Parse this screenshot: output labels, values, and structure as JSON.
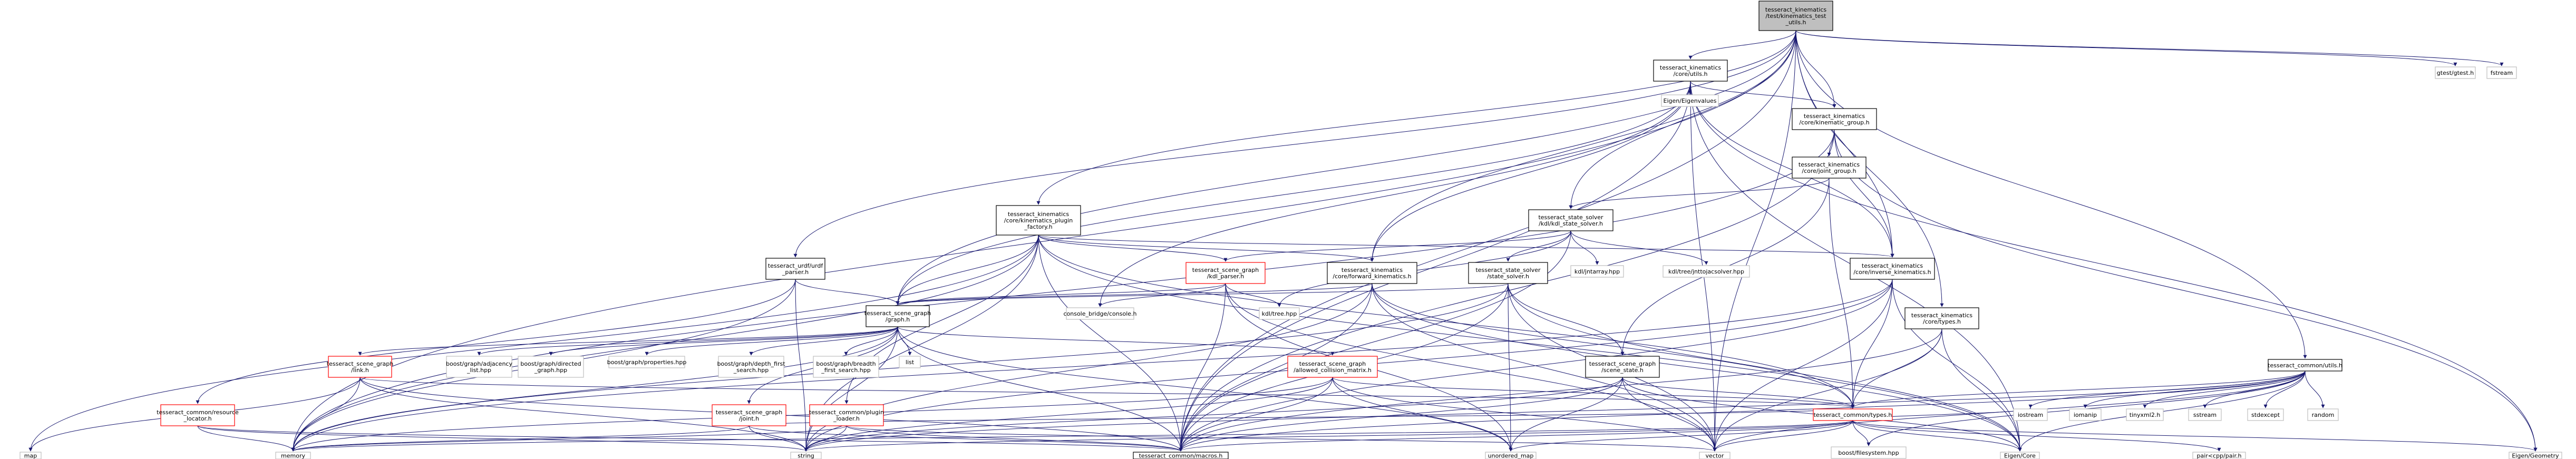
{
  "colors": {
    "edge": "#191970",
    "node_border": "#000000",
    "node_fill": "#ffffff",
    "root_fill": "#bfbfbf",
    "external_border": "#bfbfbf",
    "truncated_border": "#ff0000",
    "text": "#000000"
  },
  "nodes": {
    "root": [
      "tesseract_kinematics",
      "/test/kinematics_test",
      "_utils.h"
    ],
    "utils": [
      "tesseract_kinematics",
      "/core/utils.h"
    ],
    "gtest": [
      "gtest/gtest.h"
    ],
    "fstream": [
      "fstream"
    ],
    "eigenvalues": [
      "Eigen/Eigenvalues"
    ],
    "kgroup": [
      "tesseract_kinematics",
      "/core/kinematic_group.h"
    ],
    "jgroup": [
      "tesseract_kinematics",
      "/core/joint_group.h"
    ],
    "plugin_factory": [
      "tesseract_kinematics",
      "/core/kinematics_plugin",
      "_factory.h"
    ],
    "kdl_solver": [
      "tesseract_state_solver",
      "/kdl/kdl_state_solver.h"
    ],
    "urdf": [
      "tesseract_urdf/urdf",
      "_parser.h"
    ],
    "kdl_parser": [
      "tesseract_scene_graph",
      "/kdl_parser.h"
    ],
    "fwd_kin": [
      "tesseract_kinematics",
      "/core/forward_kinematics.h"
    ],
    "state_solver": [
      "tesseract_state_solver",
      "/state_solver.h"
    ],
    "kdl_jntarray": [
      "kdl/jntarray.hpp"
    ],
    "kdl_treejnt": [
      "kdl/tree/jnttojacsolver.hpp"
    ],
    "inv_kin": [
      "tesseract_kinematics",
      "/core/inverse_kinematics.h"
    ],
    "kdl_tree": [
      "kdl/tree.hpp"
    ],
    "console": [
      "console_bridge/console.h"
    ],
    "graph": [
      "tesseract_scene_graph",
      "/graph.h"
    ],
    "kin_types": [
      "tesseract_kinematics",
      "/core/types.h"
    ],
    "common_utils": [
      "tesseract_common/utils.h"
    ],
    "link": [
      "tesseract_scene_graph",
      "/link.h"
    ],
    "adjacency": [
      "boost/graph/adjacency",
      "_list.hpp"
    ],
    "directed": [
      "boost/graph/directed",
      "_graph.hpp"
    ],
    "properties": [
      "boost/graph/properties.hpp"
    ],
    "dfs": [
      "boost/graph/depth_first",
      "_search.hpp"
    ],
    "bfs": [
      "boost/graph/breadth",
      "_first_search.hpp"
    ],
    "list": [
      "list"
    ],
    "acm": [
      "tesseract_scene_graph",
      "/allowed_collision_matrix.h"
    ],
    "scene_state": [
      "tesseract_scene_graph",
      "/scene_state.h"
    ],
    "resource": [
      "tesseract_common/resource",
      "_locator.h"
    ],
    "joint": [
      "tesseract_scene_graph",
      "/joint.h"
    ],
    "plugin_loader": [
      "tesseract_common/plugin",
      "_loader.h"
    ],
    "common_types": [
      "tesseract_common/types.h"
    ],
    "iostream": [
      "iostream"
    ],
    "iomanip": [
      "iomanip"
    ],
    "tinyxml2": [
      "tinyxml2.h"
    ],
    "sstream": [
      "sstream"
    ],
    "stdexcept": [
      "stdexcept"
    ],
    "random": [
      "random"
    ],
    "map": [
      "map"
    ],
    "memory": [
      "memory"
    ],
    "string": [
      "string"
    ],
    "macros": [
      "tesseract_common/macros.h"
    ],
    "unordered_map": [
      "unordered_map"
    ],
    "vector": [
      "vector"
    ],
    "filesystem": [
      "boost/filesystem.hpp"
    ],
    "eigen_core": [
      "Eigen/Core"
    ],
    "console_bridge": [
      "console_bridge/console.h"
    ],
    "pair": [
      "pair<cpp/pair.h"
    ],
    "eigen_geom": [
      "Eigen/Geometry"
    ]
  }
}
